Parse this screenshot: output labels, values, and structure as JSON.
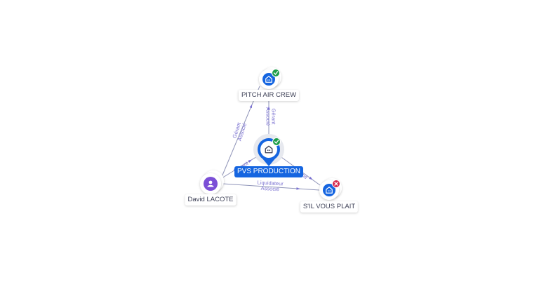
{
  "colors": {
    "company_blue": "#1565e0",
    "person_purple": "#7b4fd6",
    "edge_line": "#8f94b8",
    "edge_label": "#7b72d1",
    "status_ok": "#1e9e4a",
    "status_closed": "#d6284b"
  },
  "nodes": [
    {
      "id": "pvs",
      "label": "PVS PRODUCTION",
      "kind": "company",
      "status": "active",
      "main": true,
      "icon": "building-icon",
      "status_icon": "check-icon"
    },
    {
      "id": "pitch",
      "label": "PITCH AIR CREW",
      "kind": "company",
      "status": "active",
      "main": false,
      "icon": "building-icon",
      "status_icon": "check-icon"
    },
    {
      "id": "silvous",
      "label": "S'IL VOUS PLAIT",
      "kind": "company",
      "status": "closed",
      "main": false,
      "icon": "building-icon",
      "status_icon": "cross-icon"
    },
    {
      "id": "david",
      "label": "David LACOTE",
      "kind": "person",
      "main": false,
      "icon": "person-icon"
    }
  ],
  "edges": [
    {
      "id": "e1",
      "from": "pvs",
      "to": "pitch",
      "labels": [
        "Gérant",
        "Associé"
      ]
    },
    {
      "id": "e2",
      "from": "david",
      "to": "pitch",
      "labels": [
        "Gérant",
        "Associé"
      ]
    },
    {
      "id": "e3",
      "from": "david",
      "to": "pvs",
      "labels": [
        "Gérant"
      ]
    },
    {
      "id": "e4",
      "from": "pvs",
      "to": "silvous",
      "labels": [
        "Associé"
      ]
    },
    {
      "id": "e5",
      "from": "david",
      "to": "silvous",
      "labels": [
        "Liquidateur",
        "Associé"
      ]
    }
  ]
}
